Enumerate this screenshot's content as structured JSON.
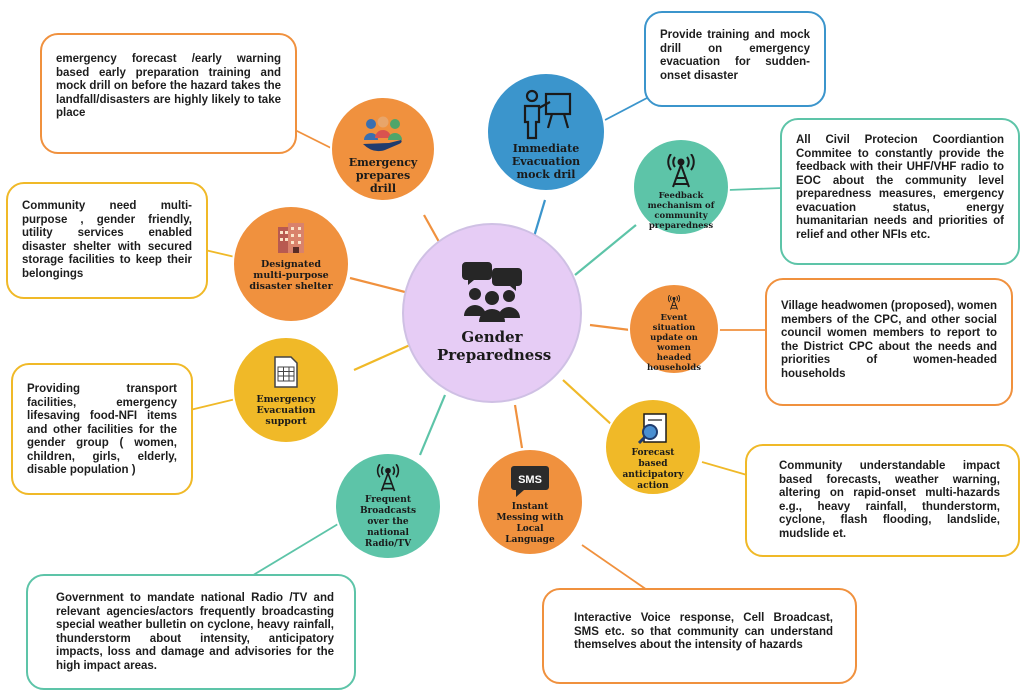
{
  "center": {
    "title": "Gender Preparedness",
    "color": "#e6ccf5"
  },
  "colors": {
    "orange": "#f0913e",
    "blue": "#3b95cc",
    "green": "#5dc4a8",
    "yellow": "#f0b928"
  },
  "nodes": [
    {
      "id": "emergency-prepares-drill",
      "label": "Emergency prepares drill",
      "icon": "people-hand-icon",
      "color": "#f0913e"
    },
    {
      "id": "immediate-evacuation-mock-drill",
      "label": "Immediate Evacuation mock dril",
      "icon": "presenter-board-icon",
      "color": "#3b95cc"
    },
    {
      "id": "feedback-mechanism",
      "label": "Feedback mechanism of community preparedness",
      "icon": "radio-tower-icon",
      "color": "#5dc4a8"
    },
    {
      "id": "event-situation-update",
      "label": "Event situation update on women headed households",
      "icon": "radio-tower-icon",
      "color": "#f0913e"
    },
    {
      "id": "forecast-based-action",
      "label": "Forecast based anticipatory action",
      "icon": "document-magnifier-icon",
      "color": "#f0b928"
    },
    {
      "id": "instant-messaging",
      "label": "Instant Messing with Local Language",
      "icon": "sms-bubble-icon",
      "color": "#f0913e"
    },
    {
      "id": "frequent-broadcasts",
      "label": "Frequent Broadcasts over the national Radio/TV",
      "icon": "radio-tower-icon",
      "color": "#5dc4a8"
    },
    {
      "id": "emergency-evacuation-support",
      "label": "Emergency Evacuation support",
      "icon": "spreadsheet-icon",
      "color": "#f0b928"
    },
    {
      "id": "designated-shelter",
      "label": "Designated multi-purpose disaster shelter",
      "icon": "building-icon",
      "color": "#f0913e"
    }
  ],
  "boxes": [
    {
      "id": "drill",
      "text": "emergency forecast /early warning based early preparation training and mock drill on before the hazard takes the landfall/disasters are highly likely to take place",
      "color": "#f0913e"
    },
    {
      "id": "mock",
      "text": "Provide training and mock drill on emergency evacuation for sudden-onset disaster",
      "color": "#3b95cc"
    },
    {
      "id": "feedback",
      "text": "All Civil Protecion Coordiantion Commitee to constantly provide the feedback with their UHF/VHF radio to EOC about the community level preparedness measures, emergency evacuation status, energy humanitarian needs and priorities of relief and other NFIs etc.",
      "color": "#5dc4a8"
    },
    {
      "id": "event",
      "text": "Village headwomen (proposed), women members of the CPC, and other social council women members to report to the District CPC about the needs and priorities of women-headed households",
      "color": "#f0913e"
    },
    {
      "id": "forecast",
      "text": "Community understandable impact based forecasts, weather warning, altering on rapid-onset multi-hazards e.g., heavy rainfall, thunderstorm, cyclone, flash flooding, landslide, mudslide et.",
      "color": "#f0b928"
    },
    {
      "id": "sms",
      "text": "Interactive Voice response, Cell Broadcast, SMS etc. so that community can understand themselves about the intensity of hazards",
      "color": "#f0913e"
    },
    {
      "id": "broadcast",
      "text": "Government to mandate national Radio /TV and relevant agencies/actors frequently broadcasting special weather bulletin on cyclone, heavy rainfall, thunderstorm about intensity, anticipatory impacts, loss and damage and advisories for the high impact areas.",
      "color": "#5dc4a8"
    },
    {
      "id": "evac",
      "text": "Providing transport facilities, emergency lifesaving food-NFI items and other facilities for the gender group ( women, children, girls, elderly, disable population )",
      "color": "#f0b928"
    },
    {
      "id": "shelter",
      "text": "Community need multi-purpose , gender friendly, utility services enabled disaster shelter with secured storage facilities to keep their belongings",
      "color": "#f0b928"
    }
  ],
  "sms_icon_text": "SMS"
}
